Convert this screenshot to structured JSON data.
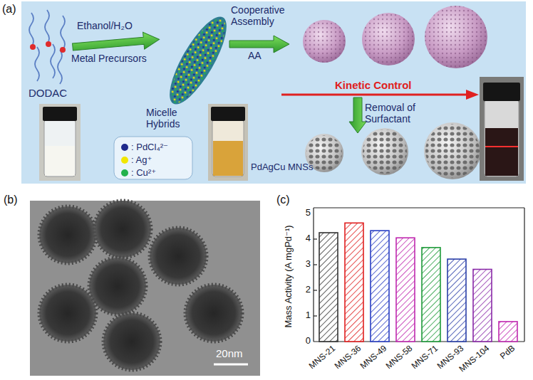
{
  "diagram": {
    "nodes": [
      {
        "text": [
          "(a)"
        ]
      },
      {
        "text": [
          "(b)"
        ]
      },
      {
        "text": [
          "(c)"
        ]
      }
    ],
    "labels": [
      "DODAC",
      "Ethanol/H₂O",
      "Metal Precursors",
      "Micelle Hybrids",
      "Cooperative Assembly",
      "AA",
      "Kinetic Control",
      "Removal of Surfactant",
      "PdAgCu MNSs",
      "20nm",
      "Mass Activity (A mgPd⁻¹)",
      "0",
      "1",
      "2",
      "3",
      "4",
      "5",
      "MNS-21",
      "MNS-36",
      "MNS-49",
      "MNS-58",
      "MNS-71",
      "MNS-93",
      "MNS-104",
      "PdB"
    ],
    "legend": [
      {
        "text": ": PdCl₄²⁻",
        "color": "#1f2a8c"
      },
      {
        "text": ": Ag⁺",
        "color": "#f2e600"
      },
      {
        "text": ": Cu²⁺",
        "color": "#22b14c"
      }
    ]
  }
}
